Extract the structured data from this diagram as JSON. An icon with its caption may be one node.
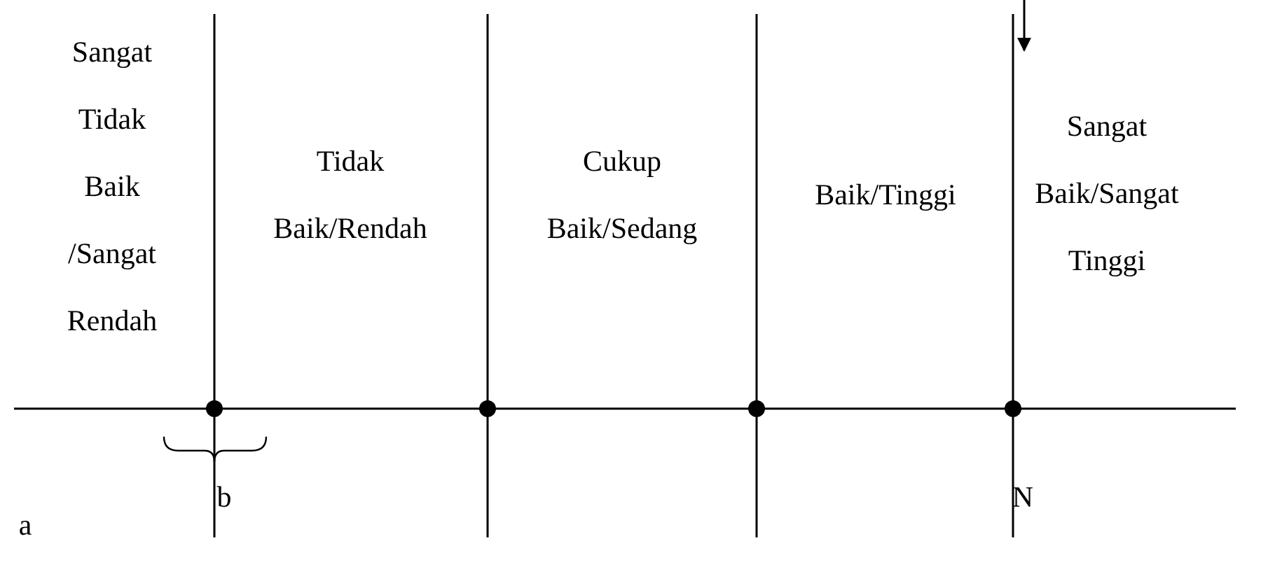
{
  "diagram": {
    "labels": [
      "Sangat Tidak Baik /Sangat Rendah",
      "Tidak Baik/Rendah",
      "Cukup Baik/Sedang",
      "Baik/Tinggi",
      "Sangat Baik/Sangat Tinggi",
      "a",
      "b",
      "N"
    ]
  }
}
